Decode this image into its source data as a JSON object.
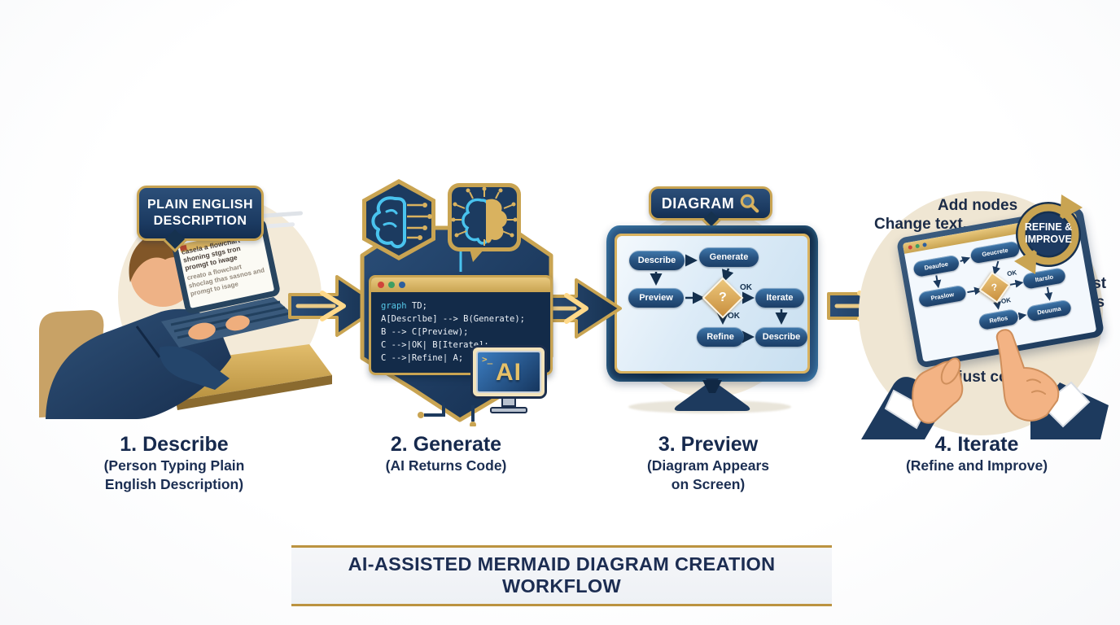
{
  "banner": {
    "title": "AI-ASSISTED MERMAID DIAGRAM CREATION WORKFLOW"
  },
  "steps": [
    {
      "title": "1. Describe",
      "caption1": "(Person Typing Plain",
      "caption2": "English Description)"
    },
    {
      "title": "2. Generate",
      "caption1": "(AI Returns Code)",
      "caption2": ""
    },
    {
      "title": "3. Preview",
      "caption1": "(Diagram Appears",
      "caption2": "on Screen)"
    },
    {
      "title": "4. Iterate",
      "caption1": "(Refine and Improve)",
      "caption2": ""
    }
  ],
  "panel1": {
    "bubble_line1": "PLAIN ENGLISH",
    "bubble_line2": "DESCRIPTION",
    "laptop_text_bold": "casela a flowchart shoning stgs tron promgt to iwage",
    "laptop_text_light": "creato a flowchart shoclag thas sasnos and promgt to isage"
  },
  "panel2": {
    "code_keyword": "graph",
    "code_line1_rest": " TD;",
    "code_line2": "A[Descrlbe] --> B(Generate);",
    "code_line3": "B --> C[Preview);",
    "code_line4": "C -->|OK| B[Iterate];",
    "code_line5": "C -->|Refine| A;",
    "ai_label": "AI",
    "terminal_prompt": ">_"
  },
  "panel3": {
    "bubble_label": "DIAGRAM",
    "nodes": {
      "describe": "Describe",
      "generate": "Generate",
      "preview": "Preview",
      "decision": "?",
      "iterate": "Iterate",
      "refine": "Refine",
      "describe2": "Describe"
    },
    "ok1": "OK",
    "ok2": "OK"
  },
  "panel4": {
    "label_add_nodes": "Add nodes",
    "label_change_text": "Change text.",
    "label_adjust_line1": "Adjust",
    "label_adjust_line2": "colors",
    "label_adjust_bottom": "Adjust colors",
    "badge_line1": "REFINE &",
    "badge_line2": "IMPROVE",
    "nodes": {
      "describe": "Deaufoe",
      "generate": "Geucrete",
      "preview": "Praslow",
      "decision": "?",
      "iterate": "Itarslo",
      "refine": "Reflos",
      "describe2": "Deuuma"
    },
    "ok1": "OK",
    "ok2": "OK"
  },
  "colors": {
    "navy": "#1c3a5e",
    "gold": "#c9a452",
    "cyan": "#49c3ee",
    "beige": "#f3ead8"
  }
}
